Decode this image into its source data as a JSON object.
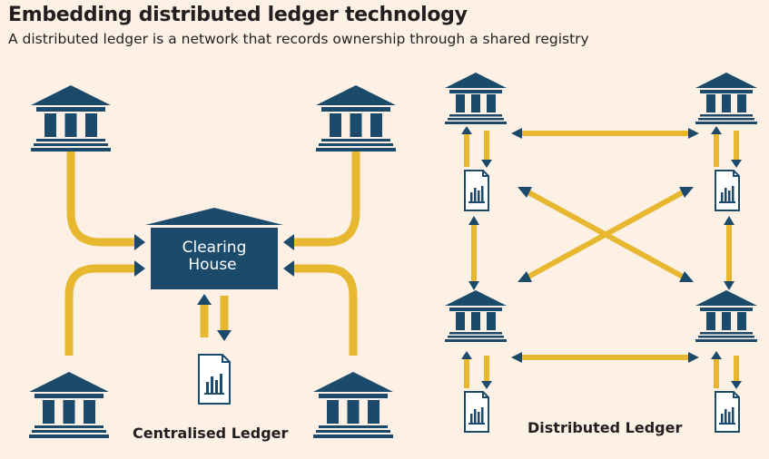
{
  "header": {
    "title": "Embedding distributed ledger technology",
    "subtitle": "A distributed ledger is a network that records ownership through a shared registry"
  },
  "centralised": {
    "hub_label_line1": "Clearing",
    "hub_label_line2": "House",
    "caption": "Centralised Ledger"
  },
  "distributed": {
    "caption": "Distributed Ledger"
  },
  "colors": {
    "background": "#fdf1e6",
    "navy": "#1b4a6b",
    "gold": "#e8b730",
    "doc_fill": "#ffffff"
  }
}
